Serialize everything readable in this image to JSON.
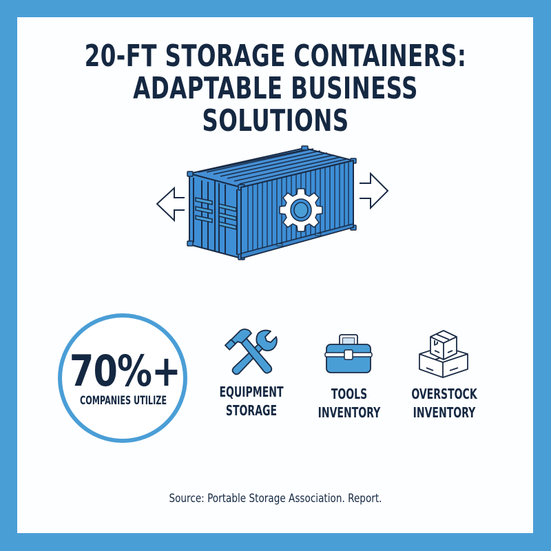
{
  "title": {
    "line1": "20-FT STORAGE CONTAINERS:",
    "line2": "ADAPTABLE BUSINESS SOLUTIONS"
  },
  "hero": {
    "icon": "shipping-container-with-gear-icon",
    "left_arrow": "arrow-left-icon",
    "right_arrow": "arrow-right-icon"
  },
  "stat": {
    "value": "70%+",
    "label": "COMPANIES UTILIZE"
  },
  "features": [
    {
      "icon": "hammer-wrench-icon",
      "line1": "EQUIPMENT",
      "line2": "STORAGE"
    },
    {
      "icon": "toolbox-icon",
      "line1": "TOOLS",
      "line2": "INVENTORY"
    },
    {
      "icon": "stacked-boxes-icon",
      "line1": "OVERSTOCK",
      "line2": "INVENTORY"
    }
  ],
  "source": "Source: Portable Storage Association. Report.",
  "colors": {
    "frame": "#4a9ed6",
    "background": "#fdfeff",
    "navy_text": "#152842",
    "container_blue": "#3d8ed6",
    "outline": "#1a2b45"
  }
}
